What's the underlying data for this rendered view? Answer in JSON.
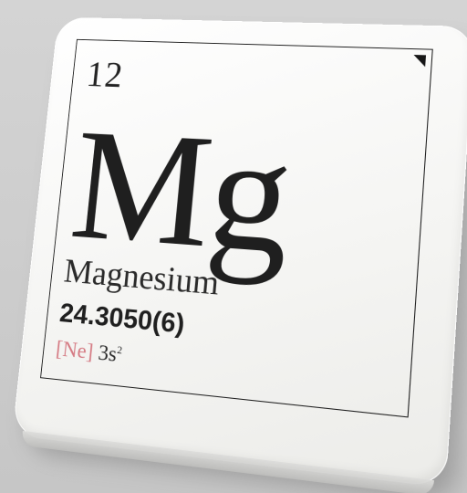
{
  "element": {
    "atomic_number": "12",
    "symbol": "Mg",
    "name": "Magnesium",
    "atomic_weight": "24.3050(6)",
    "electron_configuration": {
      "noble_gas": "[Ne]",
      "orbital": "3s",
      "exponent": "2"
    }
  },
  "colors": {
    "background": "#d0d0d0",
    "coaster": "#f7f7f5",
    "text_primary": "#232323",
    "noble_gas_accent": "#d57b84"
  }
}
